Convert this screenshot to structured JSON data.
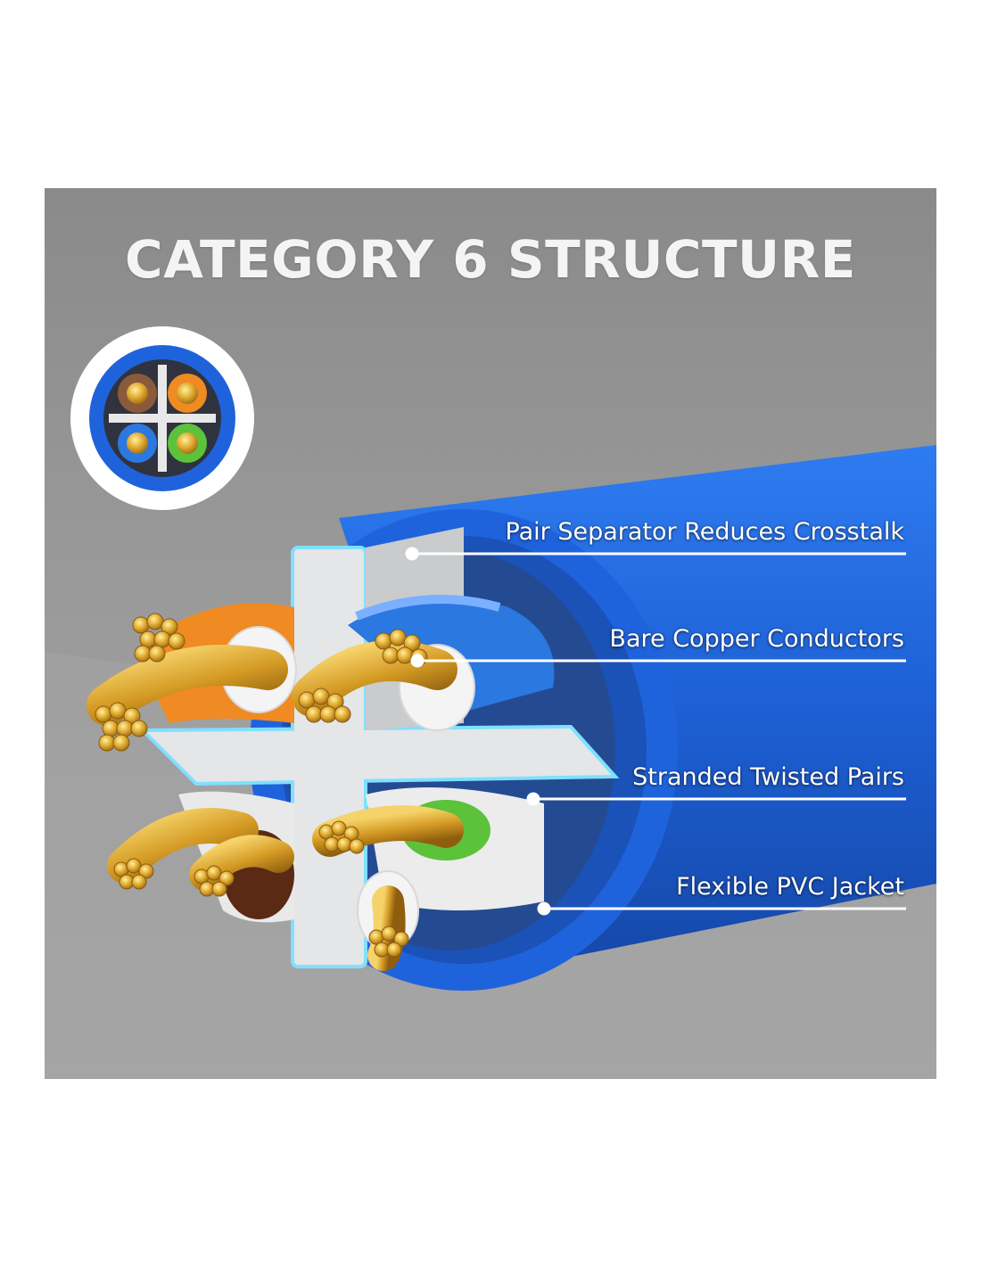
{
  "title": "CATEGORY 6 STRUCTURE",
  "callouts": [
    {
      "id": "pair-separator",
      "label": "Pair Separator Reduces Crosstalk"
    },
    {
      "id": "bare-copper",
      "label": "Bare Copper Conductors"
    },
    {
      "id": "stranded-pairs",
      "label": "Stranded Twisted Pairs"
    },
    {
      "id": "pvc-jacket",
      "label": "Flexible PVC Jacket"
    }
  ],
  "colors": {
    "background": "#8f8f8f",
    "jacket": "#1f5fd6",
    "separator": "#dcdcdc",
    "copper": "#e0a832",
    "pair_orange": "#f08a22",
    "pair_blue": "#2b78e0",
    "pair_green": "#5cc23a",
    "pair_brown": "#5a2a14"
  }
}
